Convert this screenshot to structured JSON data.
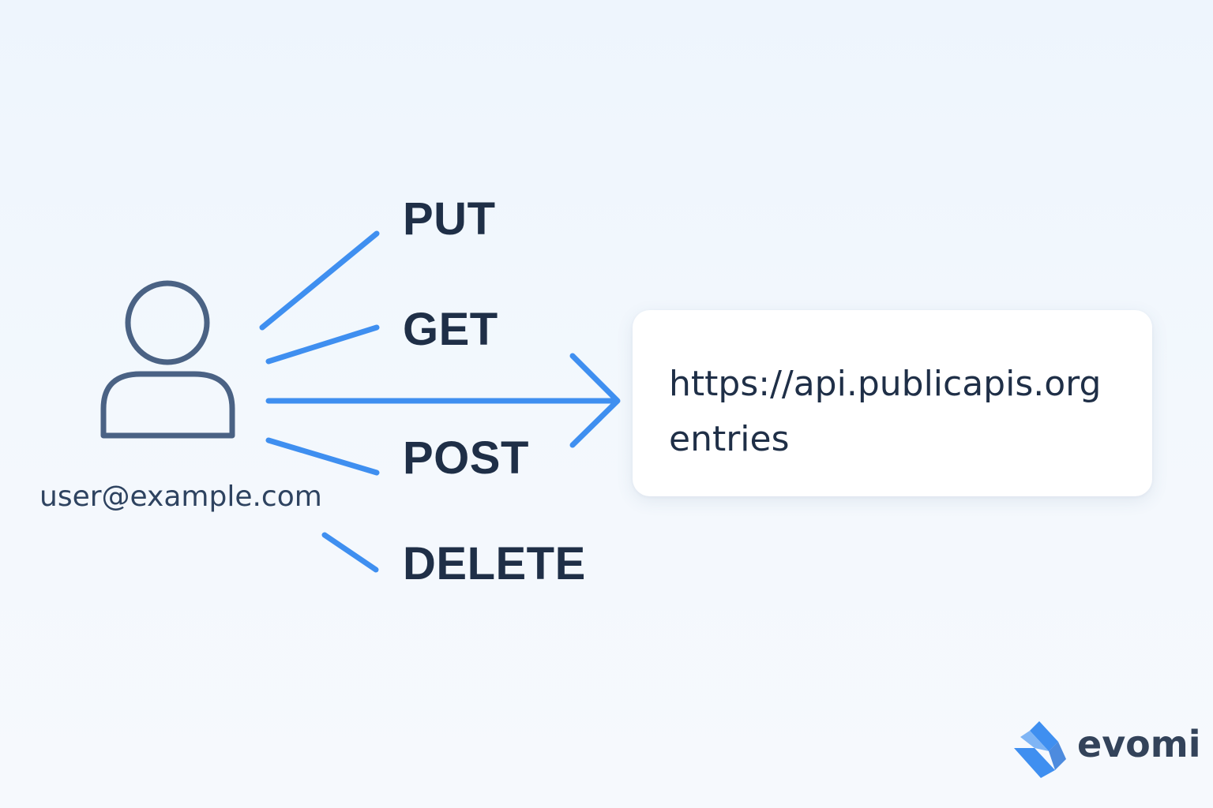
{
  "diagram": {
    "user": {
      "icon": "user-icon",
      "label": "user@example.com"
    },
    "methods": [
      "PUT",
      "GET",
      "POST",
      "DELETE"
    ],
    "endpoint": {
      "url": "https://api.publicapis.org",
      "path": "entries"
    },
    "brand": {
      "logo": "evomi-logo-icon",
      "name": "evomi"
    },
    "colors": {
      "arrow": "#3f8ff0",
      "icon_stroke": "#4a6284",
      "text": "#1f2f47",
      "card": "#ffffff"
    }
  }
}
